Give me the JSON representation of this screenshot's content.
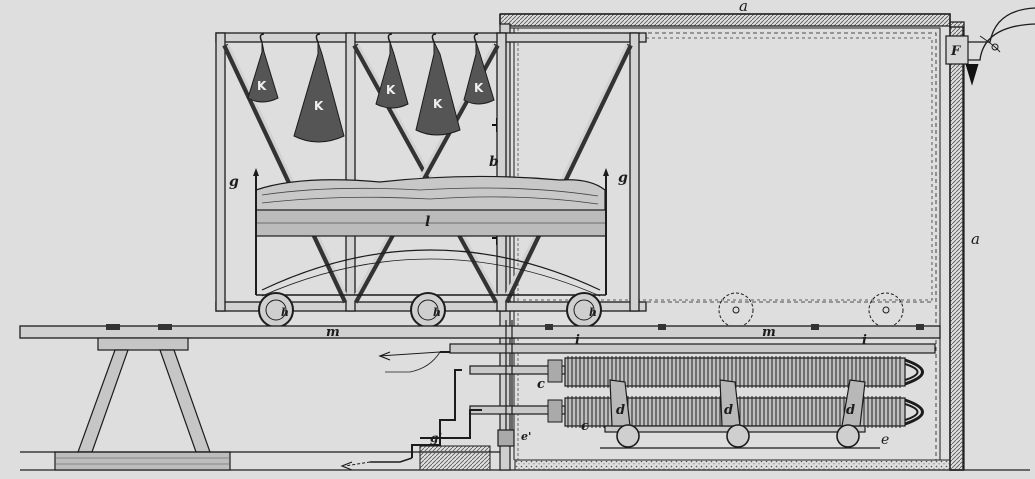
{
  "figure": {
    "labels": {
      "a_top": "a",
      "a_right": "a",
      "b": "b",
      "c_upper": "c",
      "c_lower": "c",
      "d_left": "d",
      "d_mid": "d",
      "d_right": "d",
      "e": "e",
      "e_prime": "e'",
      "f": "F",
      "g_left": "g",
      "g_right": "g",
      "h_wheel_1": "h",
      "h_wheel_2": "h",
      "h_wheel_3": "h",
      "i_left": "i",
      "i_right": "i",
      "k_1": "K",
      "k_2": "K",
      "k_3": "K",
      "k_4": "K",
      "k_5": "K",
      "l": "l",
      "m_left": "m",
      "m_right": "m",
      "valve": "gᴵ"
    }
  }
}
